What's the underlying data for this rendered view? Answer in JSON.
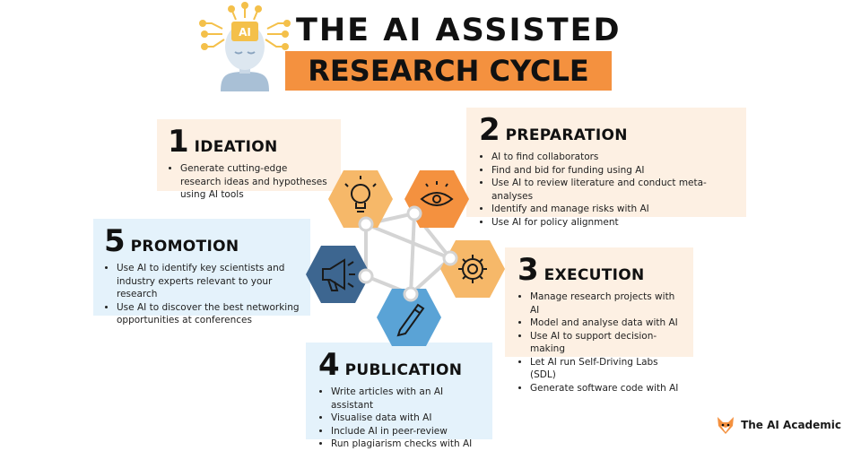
{
  "title": {
    "line1": "THE AI ASSISTED",
    "line2": "RESEARCH CYCLE",
    "chip_label": "AI"
  },
  "colors": {
    "orange": "#f4913f",
    "light_orange": "#f6b869",
    "mid_blue": "#5aa3d6",
    "dark_blue": "#3d6690",
    "peach_bg": "#fdf0e3",
    "blue_bg": "#e4f2fb"
  },
  "stages": [
    {
      "number": "1",
      "title": "IDEATION",
      "icon": "lightbulb-icon",
      "items": [
        "Generate cutting-edge research ideas and hypotheses using AI tools"
      ]
    },
    {
      "number": "2",
      "title": "PREPARATION",
      "icon": "eye-icon",
      "items": [
        "AI to find collaborators",
        "Find and bid for funding using AI",
        "Use AI to review literature and conduct meta-analyses",
        "Identify and manage risks with AI",
        "Use AI for policy alignment"
      ]
    },
    {
      "number": "3",
      "title": "EXECUTION",
      "icon": "gear-icon",
      "items": [
        "Manage research projects with AI",
        "Model and analyse data with AI",
        "Use AI to support decision-making",
        "Let AI run Self-Driving Labs (SDL)",
        "Generate software code with AI"
      ]
    },
    {
      "number": "4",
      "title": "PUBLICATION",
      "icon": "pencil-icon",
      "items": [
        "Write articles with an AI assistant",
        "Visualise data with AI",
        "Include AI in peer-review",
        "Run plagiarism checks with AI"
      ]
    },
    {
      "number": "5",
      "title": "PROMOTION",
      "icon": "megaphone-icon",
      "items": [
        "Use AI to identify key scientists and industry experts relevant to your research",
        "Use AI to discover the best networking opportunities at conferences"
      ]
    }
  ],
  "footer": {
    "brand": "The AI Academic",
    "logo_icon": "fox-icon"
  }
}
